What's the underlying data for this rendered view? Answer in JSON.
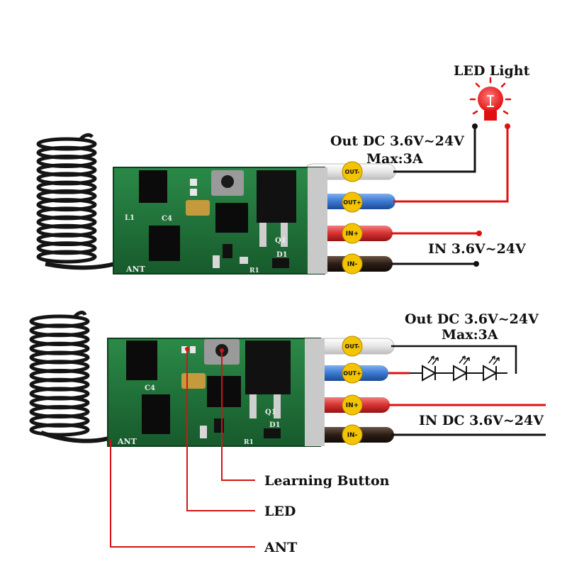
{
  "module1": {
    "led_light_label": "LED Light",
    "out_label": "Out DC 3.6V~24V",
    "max_label": "Max:3A",
    "in_label": "IN 3.6V~24V",
    "pins": [
      "OUT-",
      "OUT+",
      "IN+",
      "IN-"
    ],
    "board_text": [
      "ANT",
      "C4",
      "L1",
      "Q1",
      "D1",
      "R1"
    ]
  },
  "module2": {
    "out_label": "Out DC 3.6V~24V",
    "max_label": "Max:3A",
    "in_label": "IN DC 3.6V~24V",
    "pins": [
      "OUT-",
      "OUT+",
      "IN+",
      "IN-"
    ],
    "board_text": [
      "ANT",
      "C4",
      "Q1",
      "D1",
      "R1"
    ]
  },
  "callouts": {
    "learning_button": "Learning Button",
    "led": "LED",
    "ant": "ANT"
  },
  "colors": {
    "wire_white": "#f2f2f2",
    "wire_blue": "#3a78d0",
    "wire_red": "#d83030",
    "wire_black": "#2b1e16",
    "lead_red": "#e01010",
    "lead_black": "#111111",
    "pcb_green": "#1f6f38",
    "pin_label_fill": "#f5c400",
    "callout_red": "#d41414"
  }
}
